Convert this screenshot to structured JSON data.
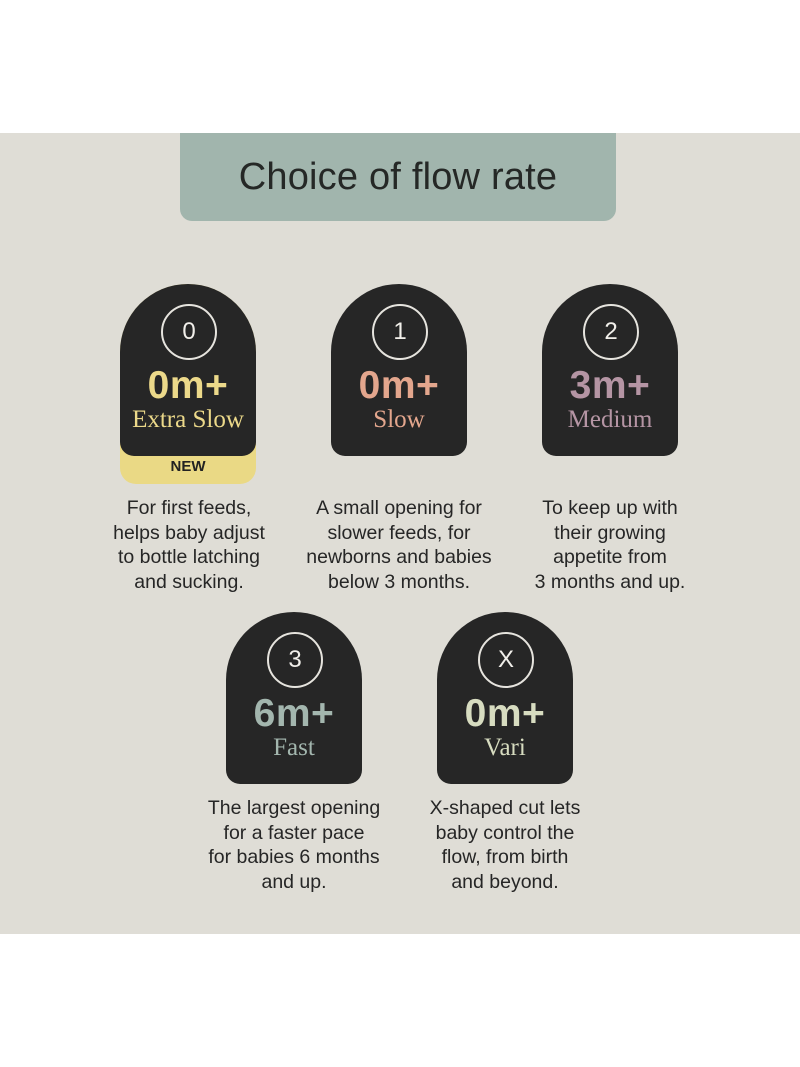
{
  "title": "Choice of flow rate",
  "colors": {
    "panel_bg": "#dfddd6",
    "title_tab": "#a1b5ad",
    "card_bg": "#262626",
    "badge_bg": "#ead985"
  },
  "flows": [
    {
      "number": "0",
      "age": "0m+",
      "speed": "Extra Slow",
      "badge": "NEW",
      "color": "#ecd98a",
      "description": [
        "For first feeds,",
        "helps baby adjust",
        "to bottle latching",
        "and sucking."
      ]
    },
    {
      "number": "1",
      "age": "0m+",
      "speed": "Slow",
      "color": "#e3a68d",
      "description": [
        "A small opening for",
        "slower feeds, for",
        "newborns and babies",
        "below 3 months."
      ]
    },
    {
      "number": "2",
      "age": "3m+",
      "speed": "Medium",
      "color": "#b595a4",
      "description": [
        "To keep up with",
        "their growing",
        "appetite from",
        "3 months and up."
      ]
    },
    {
      "number": "3",
      "age": "6m+",
      "speed": "Fast",
      "color": "#a3b6ae",
      "description": [
        "The largest opening",
        "for a faster pace",
        "for babies 6 months",
        "and up."
      ]
    },
    {
      "number": "X",
      "age": "0m+",
      "speed": "Vari",
      "color": "#d7dcc0",
      "description": [
        "X-shaped cut lets",
        "baby control the",
        "flow, from birth",
        "and beyond."
      ]
    }
  ]
}
